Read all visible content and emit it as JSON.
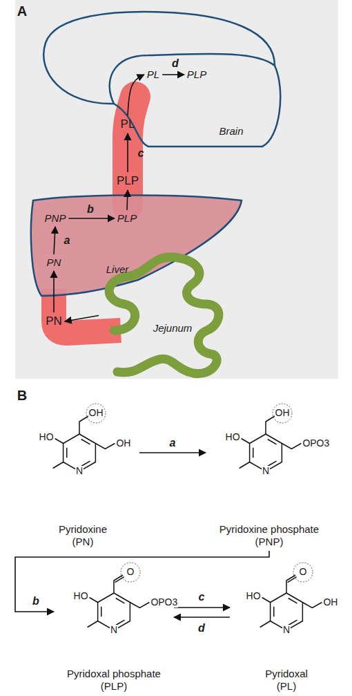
{
  "diagram": {
    "nodes": [
      {
        "text": [
          "Brain"
        ]
      },
      {
        "text": [
          "PL"
        ],
        "in": 0
      },
      {
        "text": [
          "PLP"
        ],
        "in": 0
      },
      {
        "text": [
          "PL"
        ]
      },
      {
        "text": [
          "PLP"
        ]
      },
      {
        "text": [
          "Liver"
        ]
      },
      {
        "text": [
          "PNP"
        ],
        "in": 5
      },
      {
        "text": [
          "PLP"
        ],
        "in": 5
      },
      {
        "text": [
          "PN"
        ],
        "in": 5
      },
      {
        "text": [
          "PN"
        ]
      },
      {
        "text": [
          "Jejunum"
        ]
      },
      {
        "text": [
          "Pyridoxine",
          "(PN)"
        ]
      },
      {
        "text": [
          "Pyridoxine phosphate",
          "(PNP)"
        ]
      },
      {
        "text": [
          "Pyridoxal phosphate",
          "(PLP)"
        ]
      },
      {
        "text": [
          "Pyridoxal",
          "(PL)"
        ]
      }
    ],
    "edges": [
      {
        "from": 10,
        "to": 9,
        "arrow": "to"
      },
      {
        "from": 9,
        "to": 8,
        "arrow": "to"
      },
      {
        "from": 8,
        "to": 6,
        "label": "a",
        "arrow": "to"
      },
      {
        "from": 6,
        "to": 7,
        "label": "b",
        "arrow": "to"
      },
      {
        "from": 7,
        "to": 4,
        "arrow": "to"
      },
      {
        "from": 4,
        "to": 3,
        "label": "c",
        "arrow": "to"
      },
      {
        "from": 3,
        "to": 1,
        "arrow": "to"
      },
      {
        "from": 1,
        "to": 2,
        "label": "d",
        "arrow": "to"
      },
      {
        "from": 11,
        "to": 12,
        "label": "a",
        "arrow": "to"
      },
      {
        "from": 12,
        "to": 13,
        "label": "b",
        "arrow": "to"
      },
      {
        "from": 13,
        "to": 14,
        "label": "c",
        "arrow": "to"
      },
      {
        "from": 14,
        "to": 13,
        "label": "d",
        "arrow": "to"
      }
    ],
    "labels": [
      "A",
      "B",
      "HO",
      "OH",
      "OH",
      "N",
      "HO",
      "OH",
      "OPO3",
      "N",
      "HO",
      "O",
      "OPO3",
      "N",
      "HO",
      "O",
      "OH",
      "N"
    ]
  }
}
